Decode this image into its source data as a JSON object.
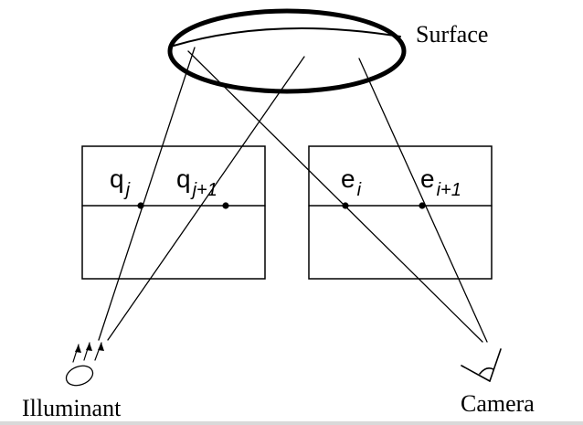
{
  "labels": {
    "surface": "Surface",
    "illuminant": "Illuminant",
    "camera": "Camera"
  },
  "left_plane": {
    "point_a": {
      "base": "q",
      "sub": "j"
    },
    "point_b": {
      "base": "q",
      "sub": "j+1"
    }
  },
  "right_plane": {
    "point_a": {
      "base": "e",
      "sub": "i"
    },
    "point_b": {
      "base": "e",
      "sub": "i+1"
    }
  },
  "colors": {
    "ink": "#000000",
    "background": "#ffffff"
  }
}
